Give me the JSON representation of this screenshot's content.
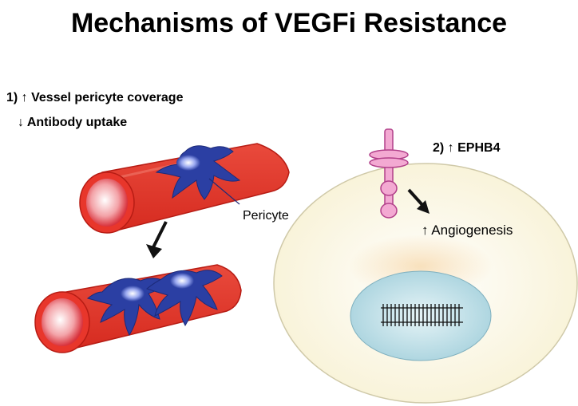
{
  "title": "Mechanisms of VEGFi Resistance",
  "mechanism1": {
    "line1": "1) ↑ Vessel pericyte coverage",
    "line2": "↓ Antibody uptake"
  },
  "pericyte_label": "Pericyte",
  "mechanism2": {
    "label": "2) ↑ EPHB4"
  },
  "angiogenesis_label": "↑ Angiogenesis",
  "colors": {
    "vessel_red": "#e8362b",
    "vessel_dark": "#c0201a",
    "pericyte_blue": "#2b3fa3",
    "cell_fill": "#fbf7e4",
    "nucleus_fill": "#bfe0e8",
    "receptor_pink": "#f3a9d2",
    "receptor_stroke": "#b2408a"
  }
}
